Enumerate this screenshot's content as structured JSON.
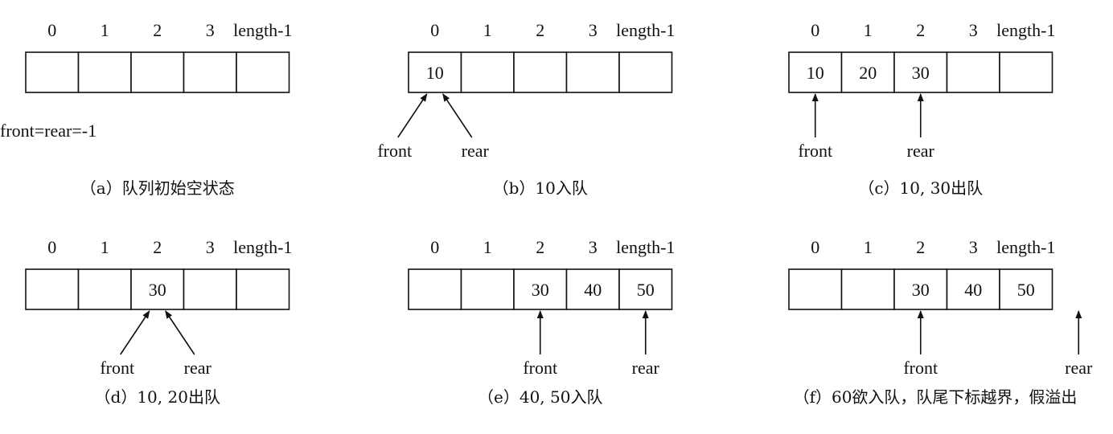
{
  "index_labels": [
    "0",
    "1",
    "2",
    "3",
    "length-1"
  ],
  "pointer_labels": {
    "front": "front",
    "rear": "rear"
  },
  "panels": [
    {
      "id": "a",
      "cells": [
        "",
        "",
        "",
        "",
        ""
      ],
      "front": null,
      "rear": null,
      "note": "front=rear=-1",
      "caption": "（a）队列初始空状态"
    },
    {
      "id": "b",
      "cells": [
        "10",
        "",
        "",
        "",
        ""
      ],
      "front": 0,
      "rear": 0,
      "note": "",
      "caption": "（b）10入队"
    },
    {
      "id": "c",
      "cells": [
        "10",
        "20",
        "30",
        "",
        ""
      ],
      "front": 0,
      "rear": 2,
      "note": "",
      "caption": "（c）10, 30出队"
    },
    {
      "id": "d",
      "cells": [
        "",
        "",
        "30",
        "",
        ""
      ],
      "front": 2,
      "rear": 2,
      "note": "",
      "caption": "（d）10, 20出队"
    },
    {
      "id": "e",
      "cells": [
        "",
        "",
        "30",
        "40",
        "50"
      ],
      "front": 2,
      "rear": 4,
      "note": "",
      "caption": "（e）40, 50入队"
    },
    {
      "id": "f",
      "cells": [
        "",
        "",
        "30",
        "40",
        "50"
      ],
      "front": 2,
      "rear": 5,
      "note": "",
      "caption": "（f）60欲入队，队尾下标越界，假溢出"
    }
  ]
}
